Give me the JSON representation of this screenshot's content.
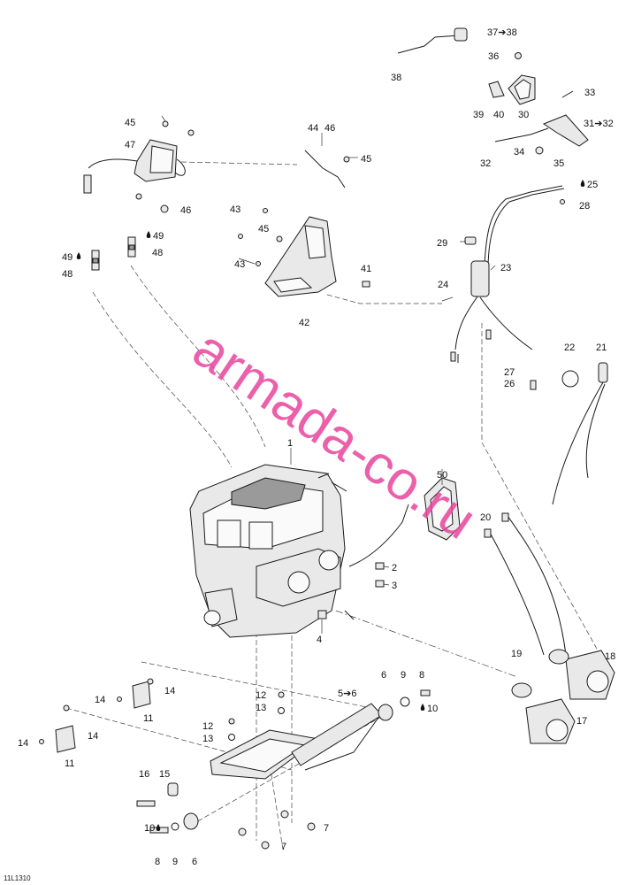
{
  "diagram_code": "11L1310",
  "watermark": "armada-co.ru",
  "labels": {
    "p1": "1",
    "p2": "2",
    "p3": "3",
    "p4": "4",
    "p5": "5➔6",
    "p6a": "6",
    "p6b": "6",
    "p7a": "7",
    "p7b": "7",
    "p8a": "8",
    "p8b": "8",
    "p9a": "9",
    "p9b": "9",
    "p10a": "10",
    "p10b": "10",
    "p11a": "11",
    "p11b": "11",
    "p12a": "12",
    "p12b": "12",
    "p13a": "13",
    "p13b": "13",
    "p14a": "14",
    "p14b": "14",
    "p14c": "14",
    "p14d": "14",
    "p15": "15",
    "p16": "16",
    "p17": "17",
    "p18": "18",
    "p19": "19",
    "p20": "20",
    "p21": "21",
    "p22": "22",
    "p23": "23",
    "p24": "24",
    "p25": "25",
    "p26": "26",
    "p27": "27",
    "p28": "28",
    "p29": "29",
    "p30": "30",
    "p31": "31➔32",
    "p32": "32",
    "p33": "33",
    "p34": "34",
    "p35": "35",
    "p36": "36",
    "p37": "37➔38",
    "p38": "38",
    "p39": "39",
    "p40": "40",
    "p41": "41",
    "p42": "42",
    "p43a": "43",
    "p43b": "43",
    "p44": "44",
    "p45a": "45",
    "p45b": "45",
    "p45c": "45",
    "p46a": "46",
    "p46b": "46",
    "p47": "47",
    "p48a": "48",
    "p48b": "48",
    "p49a": "49",
    "p49b": "49",
    "p50": "50"
  }
}
